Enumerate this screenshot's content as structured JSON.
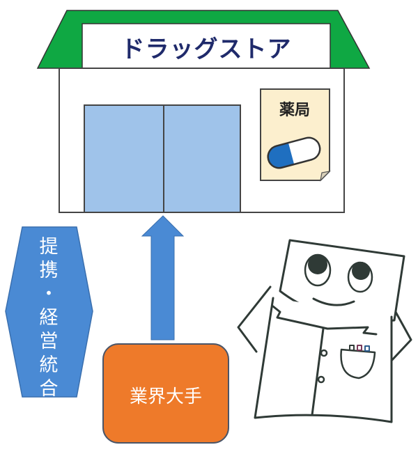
{
  "store": {
    "sign_label": "ドラッグストア",
    "roof_color": "#0fa843",
    "door_color": "#9fc3ea",
    "pharmacy_sign": {
      "label": "薬局",
      "background": "#fcefce",
      "capsule_colors": [
        "#1f6fc0",
        "#ffffff"
      ]
    }
  },
  "alliance": {
    "label": "提携・経営統合",
    "chars": [
      "提",
      "携",
      "・",
      "経",
      "営",
      "統",
      "合"
    ],
    "color": "#4a8ad4"
  },
  "arrow": {
    "direction": "up",
    "color": "#4a8ad4"
  },
  "major_player": {
    "label": "業界大手",
    "color": "#ee7a2a"
  },
  "mascot": {
    "description": "pharmacist-character-in-white-coat"
  }
}
